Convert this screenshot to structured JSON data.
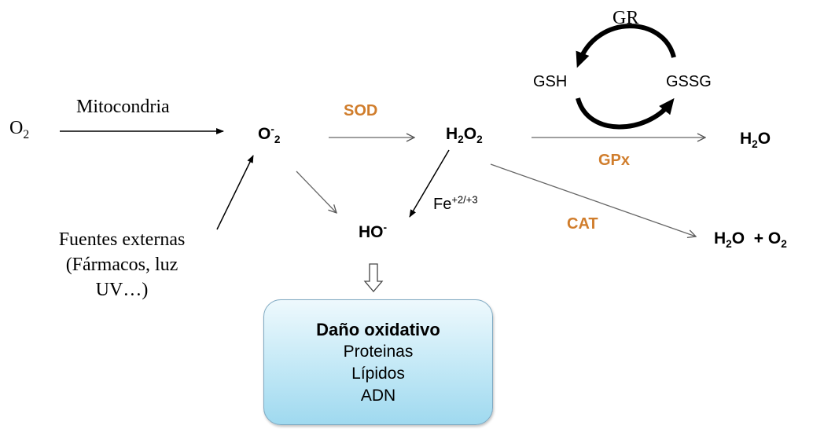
{
  "colors": {
    "enzyme": "#d07d2c",
    "box_fill_top": "#eef9fd",
    "box_fill_bottom": "#9fd9ef",
    "box_border": "#7ea9c2"
  },
  "nodes": {
    "o2_left": {
      "main": "O",
      "sub": "2"
    },
    "superoxide": {
      "main": "O",
      "sup": "-",
      "sub": "2"
    },
    "h2o2": {
      "a": "H",
      "sub1": "2",
      "b": "O",
      "sub2": "2"
    },
    "h2o_top": {
      "a": "H",
      "sub": "2",
      "b": "O"
    },
    "h2o_bottom": {
      "a": "H",
      "sub1": "2",
      "b": "O  + O",
      "sub2": "2"
    },
    "hydroxyl": {
      "main": "HO",
      "sup": "-"
    },
    "gsh": "GSH",
    "gssg": "GSSG"
  },
  "labels": {
    "mitocondria": "Mitocondria",
    "sod": "SOD",
    "gpx": "GPx",
    "cat": "CAT",
    "gr": "GR",
    "iron": {
      "main": "Fe",
      "sup": "+2/+3"
    },
    "external_sources": [
      "Fuentes externas",
      "(Fármacos, luz",
      "UV…)"
    ]
  },
  "damage_box": {
    "title": "Daño oxidativo",
    "items": [
      "Proteinas",
      "Lípidos",
      "ADN"
    ]
  }
}
